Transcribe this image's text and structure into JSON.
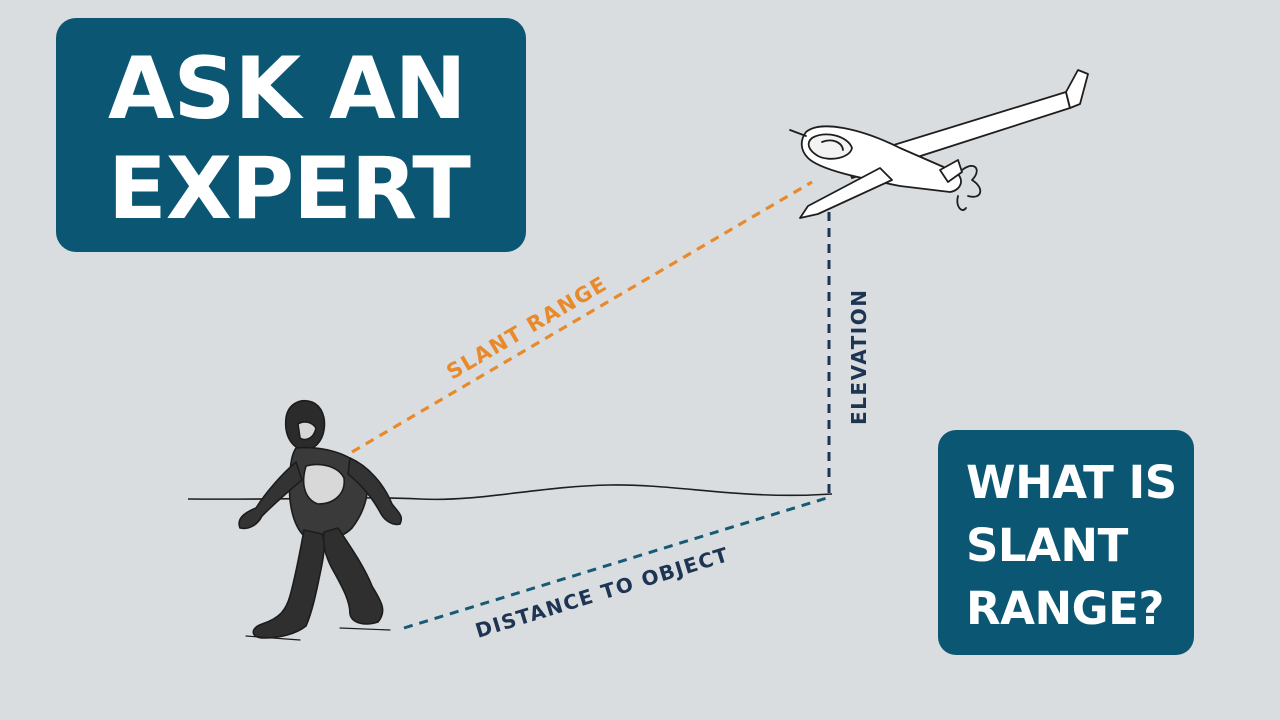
{
  "title": {
    "line1": "ASK AN",
    "line2": "EXPERT"
  },
  "question": {
    "line1": "WHAT IS",
    "line2": "SLANT",
    "line3": "RANGE?"
  },
  "diagram": {
    "labels": {
      "slant_range": "SLANT RANGE",
      "elevation": "ELEVATION",
      "distance": "DISTANCE TO OBJECT"
    },
    "colors": {
      "slant_range": "#e8892b",
      "elevation": "#1d3553",
      "distance": "#165a73",
      "box": "#0b5773",
      "background": "#d9dde0"
    },
    "icons": [
      "bigfoot-illustration",
      "drone-illustration"
    ]
  }
}
